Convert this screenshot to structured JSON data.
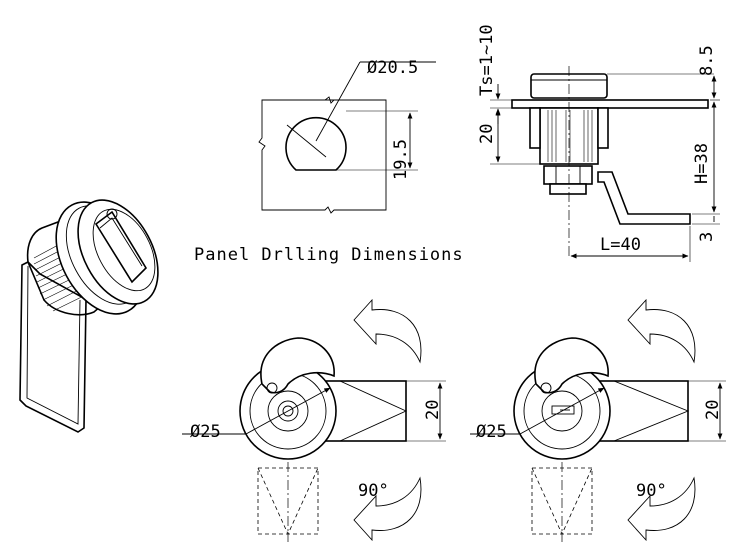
{
  "caption": "Panel Drlling Dimensions",
  "panel_cutout": {
    "diameter": "Ø20.5",
    "flat": "19.5"
  },
  "side_view": {
    "ts": "Ts=1∼10",
    "head_height": "8.5",
    "thread_length": "20",
    "offset_h": "H=38",
    "cam_length": "L=40",
    "cam_thickness": "3"
  },
  "front_views": [
    {
      "diameter": "Ø25",
      "width": "20",
      "rotation": "90°"
    },
    {
      "diameter": "Ø25",
      "width": "20",
      "rotation": "90°"
    }
  ]
}
